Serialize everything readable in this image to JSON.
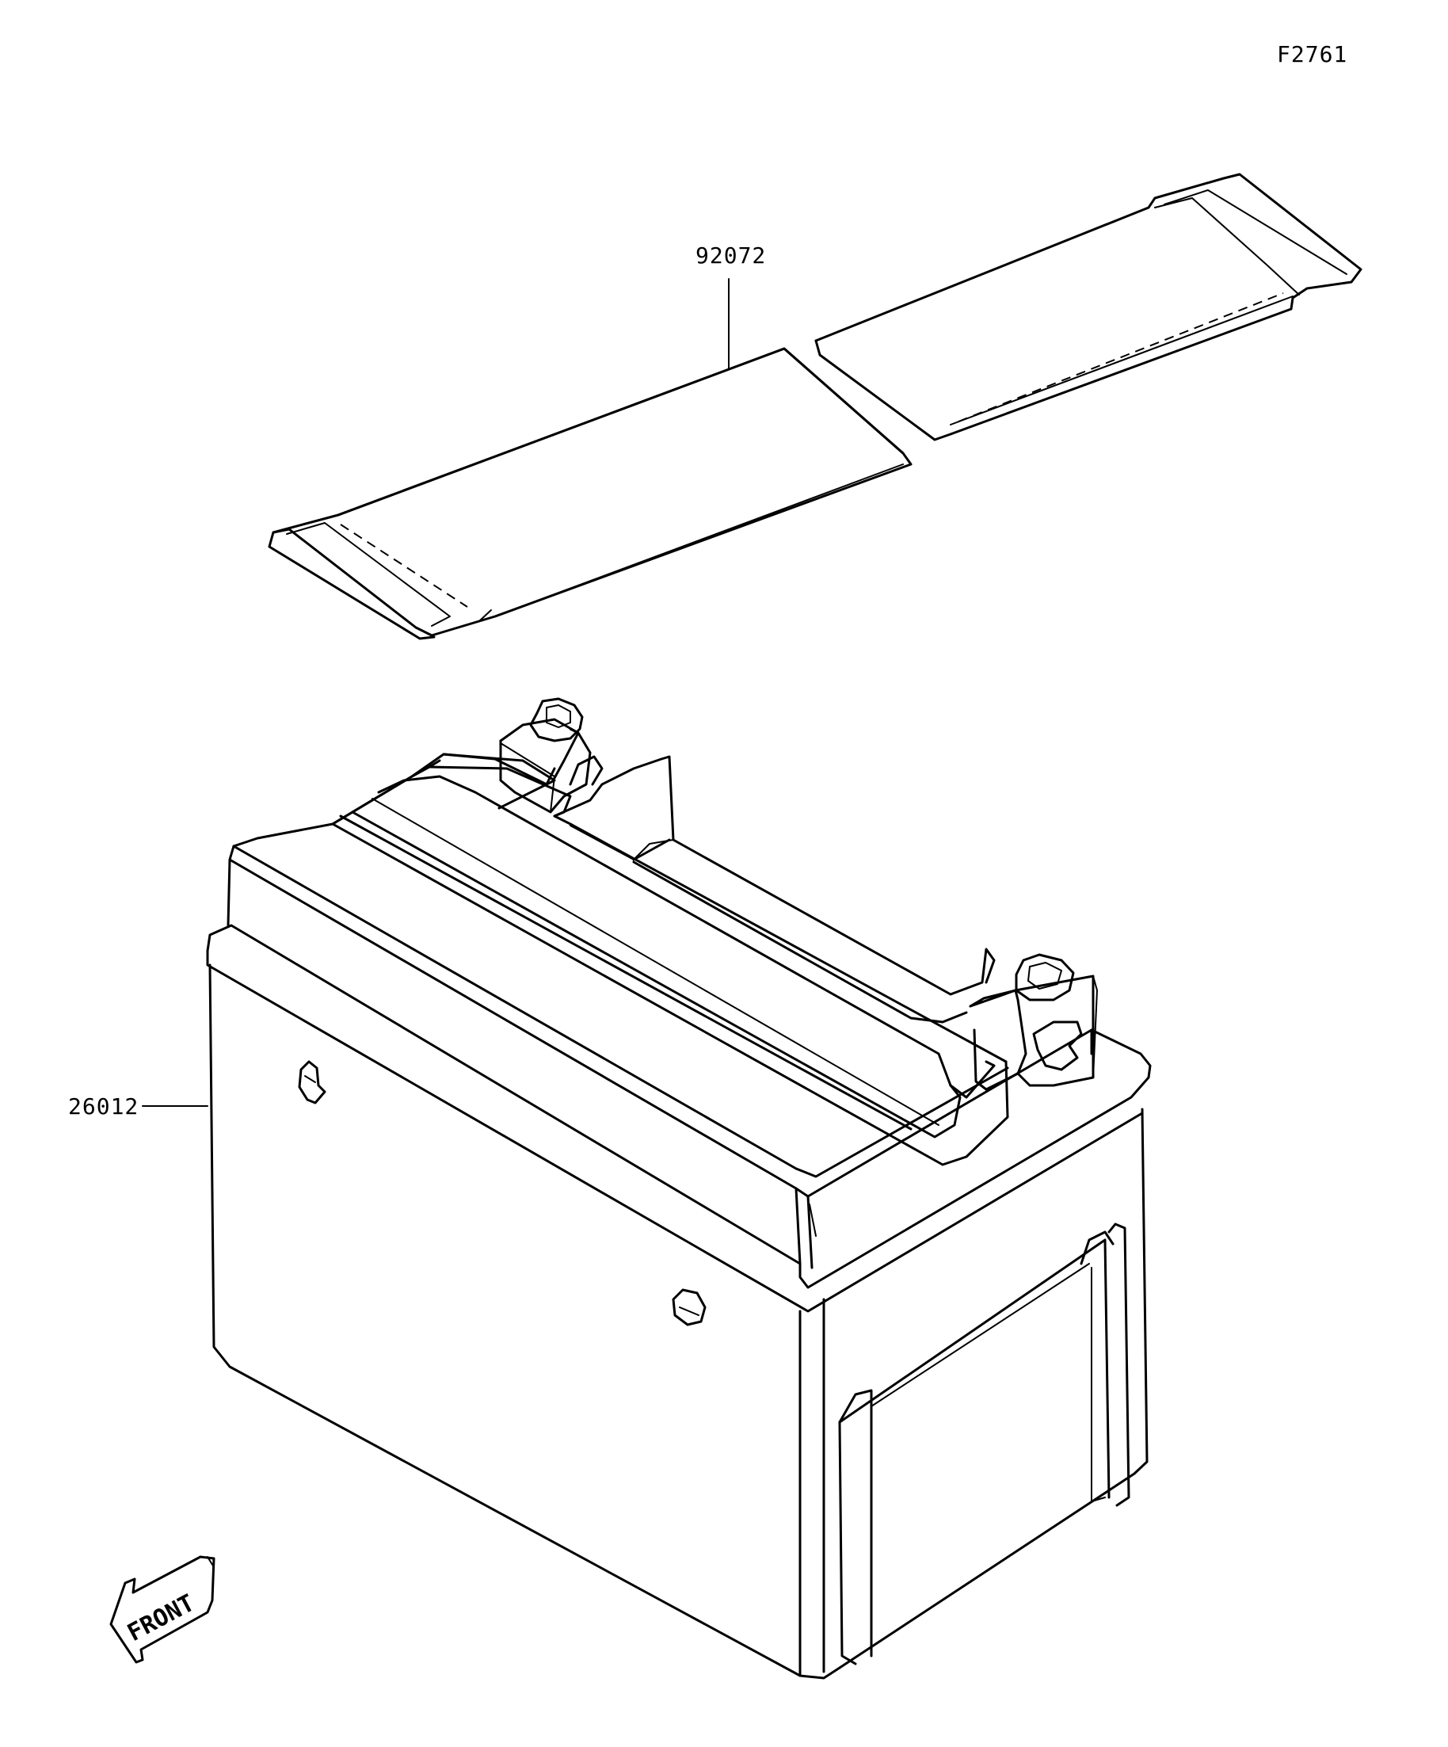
{
  "figure_id": "F2761",
  "parts": [
    {
      "number": "92072",
      "name": "battery-pad"
    },
    {
      "number": "26012",
      "name": "battery"
    }
  ],
  "front_indicator": "FRONT"
}
